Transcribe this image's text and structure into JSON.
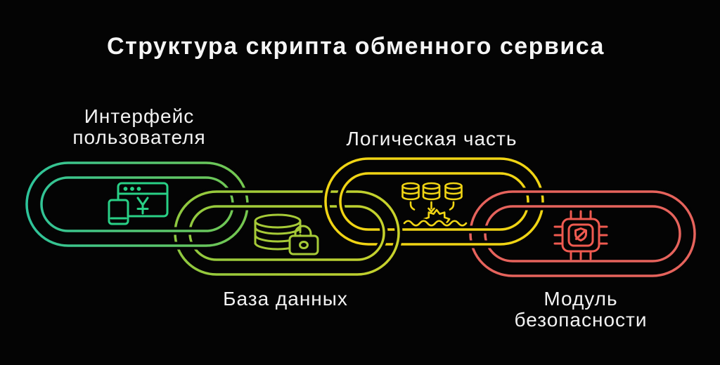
{
  "title": "Структура скрипта обменного сервиса",
  "palette": {
    "background": "#040404",
    "title_color": "#f5f5f5",
    "label_color": "#f2f2f2"
  },
  "diagram": {
    "type": "chain-links",
    "description": "Четыре сцепленных звена цепи — компоненты скрипта обменного сервиса",
    "nodes": [
      {
        "id": "user-interface",
        "label": "Интерфейс пользователя",
        "lines": [
          "Интерфейс",
          "пользователя"
        ],
        "label_position": "top",
        "icon": "browser-payment-icon",
        "color_start": "#2dc49b",
        "color_end": "#76c74e",
        "icon_color": "#29d086"
      },
      {
        "id": "database",
        "label": "База данных",
        "lines": [
          "База данных"
        ],
        "label_position": "bottom",
        "icon": "database-lock-icon",
        "color_start": "#8dc840",
        "color_end": "#c9d22b",
        "icon_color": "#a6ca37"
      },
      {
        "id": "logic",
        "label": "Логическая часть",
        "lines": [
          "Логическая часть"
        ],
        "label_position": "top",
        "icon": "data-processing-icon",
        "color_start": "#f0d414",
        "color_end": "#f0d414",
        "icon_color": "#f0d414"
      },
      {
        "id": "security",
        "label": "Модуль безопасности",
        "lines": [
          "Модуль",
          "безопасности"
        ],
        "label_position": "bottom",
        "icon": "chip-shield-icon",
        "color_start": "#e6635c",
        "color_end": "#e6635c",
        "icon_color": "#ef5a50"
      }
    ]
  }
}
